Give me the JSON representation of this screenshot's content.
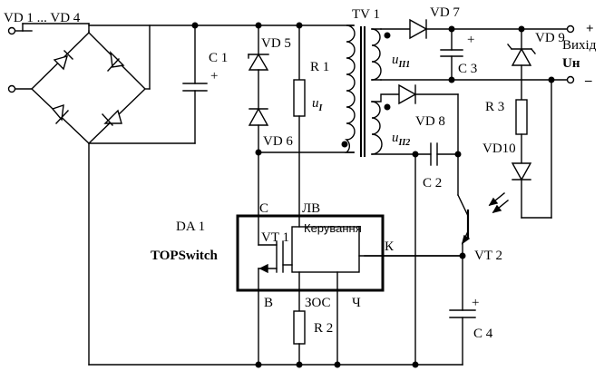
{
  "labels": {
    "vd1_4": "VD 1 ... VD 4",
    "c1": "C 1",
    "plus_c1": "+",
    "vd5": "VD 5",
    "vd6": "VD 6",
    "r1": "R 1",
    "u1_main": "u",
    "u1_sub": "I",
    "tv1": "TV 1",
    "vd7": "VD 7",
    "plus_c3": "+",
    "c3": "C 3",
    "u_ii1_main": "u",
    "u_ii1_sub": "II1",
    "vd9": "VD 9",
    "vykhid": "Вихід",
    "plus_out": "+",
    "minus_out": "–",
    "un_main": "U",
    "un_sub": "н",
    "r3": "R 3",
    "vd8": "VD 8",
    "u_ii2_main": "u",
    "u_ii2_sub": "II2",
    "vd10": "VD10",
    "c2": "C 2",
    "da1": "DA 1",
    "topswitch": "TOPSwitch",
    "pin_c": "С",
    "pin_lv": "ЛВ",
    "keruvannia": "Керування",
    "vt1": "VT 1",
    "pin_k": "К",
    "vt2": "VT 2",
    "pin_b": "В",
    "pin_zos": "ЗОС",
    "pin_ch": "Ч",
    "r2": "R 2",
    "plus_c4": "+",
    "c4": "С 4"
  }
}
